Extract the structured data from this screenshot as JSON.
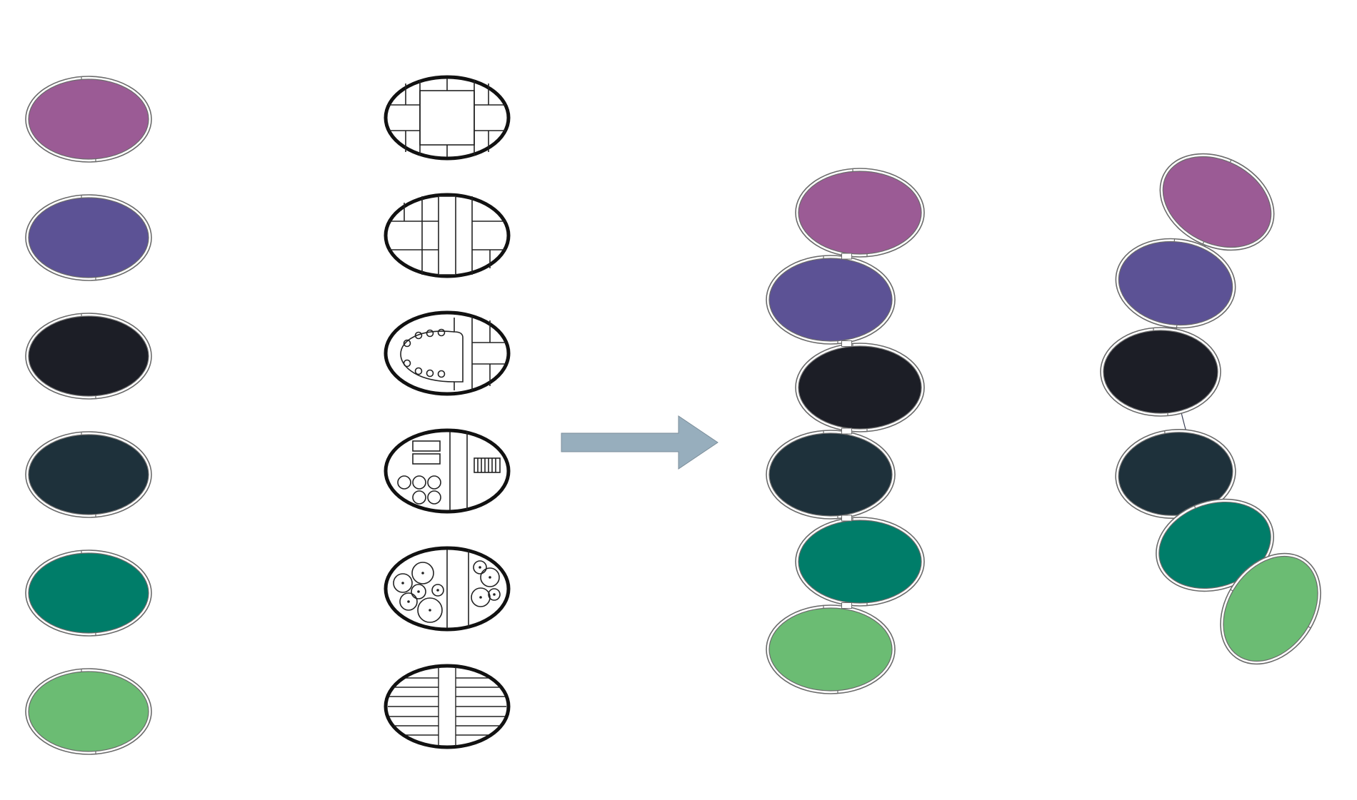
{
  "palette": {
    "magenta": "#9b5b95",
    "violet": "#5c5295",
    "black": "#1c1e26",
    "slate": "#1e313b",
    "teal": "#007d69",
    "green": "#6bbc73",
    "arrow": "#97aebd",
    "rim": "#6b6b6b"
  },
  "modules": [
    {
      "id": "m1",
      "color_key": "magenta",
      "plan": "grid-rooms"
    },
    {
      "id": "m2",
      "color_key": "violet",
      "plan": "corridor-rooms"
    },
    {
      "id": "m3",
      "color_key": "black",
      "plan": "conference-table"
    },
    {
      "id": "m4",
      "color_key": "slate",
      "plan": "furniture-lounge"
    },
    {
      "id": "m5",
      "color_key": "teal",
      "plan": "garden-trees"
    },
    {
      "id": "m6",
      "color_key": "green",
      "plan": "striped-deck"
    }
  ],
  "arrow": {
    "direction": "right"
  },
  "assemblies": [
    {
      "id": "stacked-column",
      "arrangement": "zigzag-vertical"
    },
    {
      "id": "curved-chain",
      "arrangement": "s-curve"
    }
  ]
}
